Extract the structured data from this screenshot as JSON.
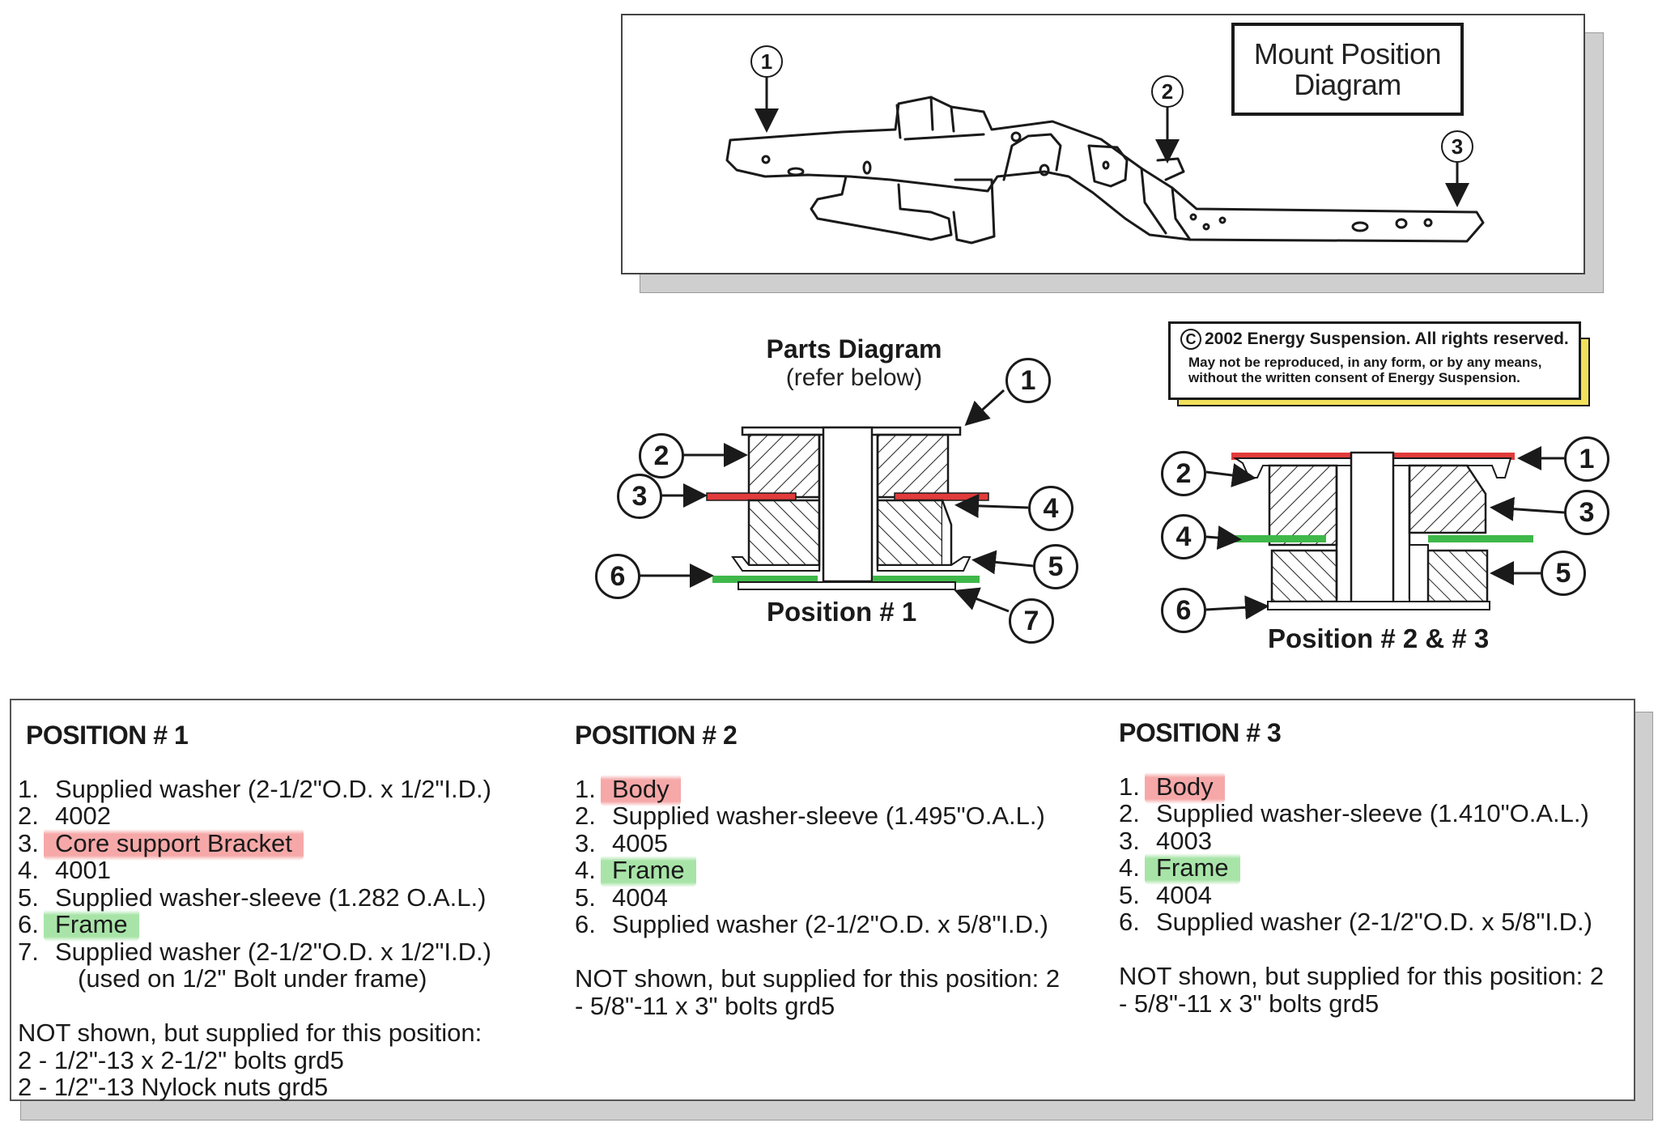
{
  "mount_diagram": {
    "title_line1": "Mount Position",
    "title_line2": "Diagram",
    "callouts": [
      "1",
      "2",
      "3"
    ]
  },
  "parts_diagram": {
    "title": "Parts Diagram",
    "subtitle": "(refer below)",
    "position1_label": "Position # 1",
    "position23_label": "Position # 2 & # 3",
    "position1_callouts": [
      "1",
      "2",
      "3",
      "4",
      "5",
      "6",
      "7"
    ],
    "position23_callouts": [
      "1",
      "2",
      "3",
      "4",
      "5",
      "6"
    ]
  },
  "copyright": {
    "symbol": "C",
    "line1": "2002 Energy Suspension. All rights reserved.",
    "line2": "May not be reproduced, in any form, or by any means,",
    "line3": "without the written consent of Energy Suspension."
  },
  "colors": {
    "red_highlight": "#f06e6e",
    "green_highlight": "#6ed26e",
    "yellow_shadow": "#f1e05a"
  },
  "positions": [
    {
      "heading": "POSITION # 1",
      "items": [
        {
          "num": "1.",
          "text": "Supplied washer (2-1/2\"O.D. x 1/2\"I.D.)",
          "highlight": ""
        },
        {
          "num": "2.",
          "text": "4002",
          "highlight": ""
        },
        {
          "num": "3.",
          "text": "Core support Bracket",
          "highlight": "red"
        },
        {
          "num": "4.",
          "text": "4001",
          "highlight": ""
        },
        {
          "num": "5.",
          "text": "Supplied washer-sleeve (1.282 O.A.L.)",
          "highlight": ""
        },
        {
          "num": "6.",
          "text": "Frame",
          "highlight": "green"
        },
        {
          "num": "7.",
          "text": "Supplied washer (2-1/2\"O.D. x 1/2\"I.D.)",
          "highlight": ""
        }
      ],
      "item7_note": "(used on 1/2\" Bolt under frame)",
      "not_shown": "NOT shown, but supplied for this position:",
      "supplied": [
        "2  -  1/2\"-13 x 2-1/2\" bolts grd5",
        "2  -  1/2\"-13 Nylock nuts grd5"
      ]
    },
    {
      "heading": "POSITION # 2",
      "items": [
        {
          "num": "1.",
          "text": "Body",
          "highlight": "red"
        },
        {
          "num": "2.",
          "text": "Supplied washer-sleeve (1.495\"O.A.L.)",
          "highlight": ""
        },
        {
          "num": "3.",
          "text": "4005",
          "highlight": ""
        },
        {
          "num": "4.",
          "text": "Frame",
          "highlight": "green"
        },
        {
          "num": "5.",
          "text": "4004",
          "highlight": ""
        },
        {
          "num": "6.",
          "text": "Supplied washer (2-1/2\"O.D. x 5/8\"I.D.)",
          "highlight": ""
        }
      ],
      "not_shown": "NOT shown, but supplied for this position: 2",
      "supplied": [
        "-  5/8\"-11 x 3\" bolts grd5"
      ]
    },
    {
      "heading": "POSITION # 3",
      "items": [
        {
          "num": "1.",
          "text": "Body",
          "highlight": "red"
        },
        {
          "num": "2.",
          "text": "Supplied washer-sleeve (1.410\"O.A.L.)",
          "highlight": ""
        },
        {
          "num": "3.",
          "text": "4003",
          "highlight": ""
        },
        {
          "num": "4.",
          "text": "Frame",
          "highlight": "green"
        },
        {
          "num": "5.",
          "text": "4004",
          "highlight": ""
        },
        {
          "num": "6.",
          "text": "Supplied washer (2-1/2\"O.D. x 5/8\"I.D.)",
          "highlight": ""
        }
      ],
      "not_shown": "NOT shown, but supplied for this position: 2",
      "supplied": [
        "-  5/8\"-11 x 3\" bolts grd5"
      ]
    }
  ]
}
